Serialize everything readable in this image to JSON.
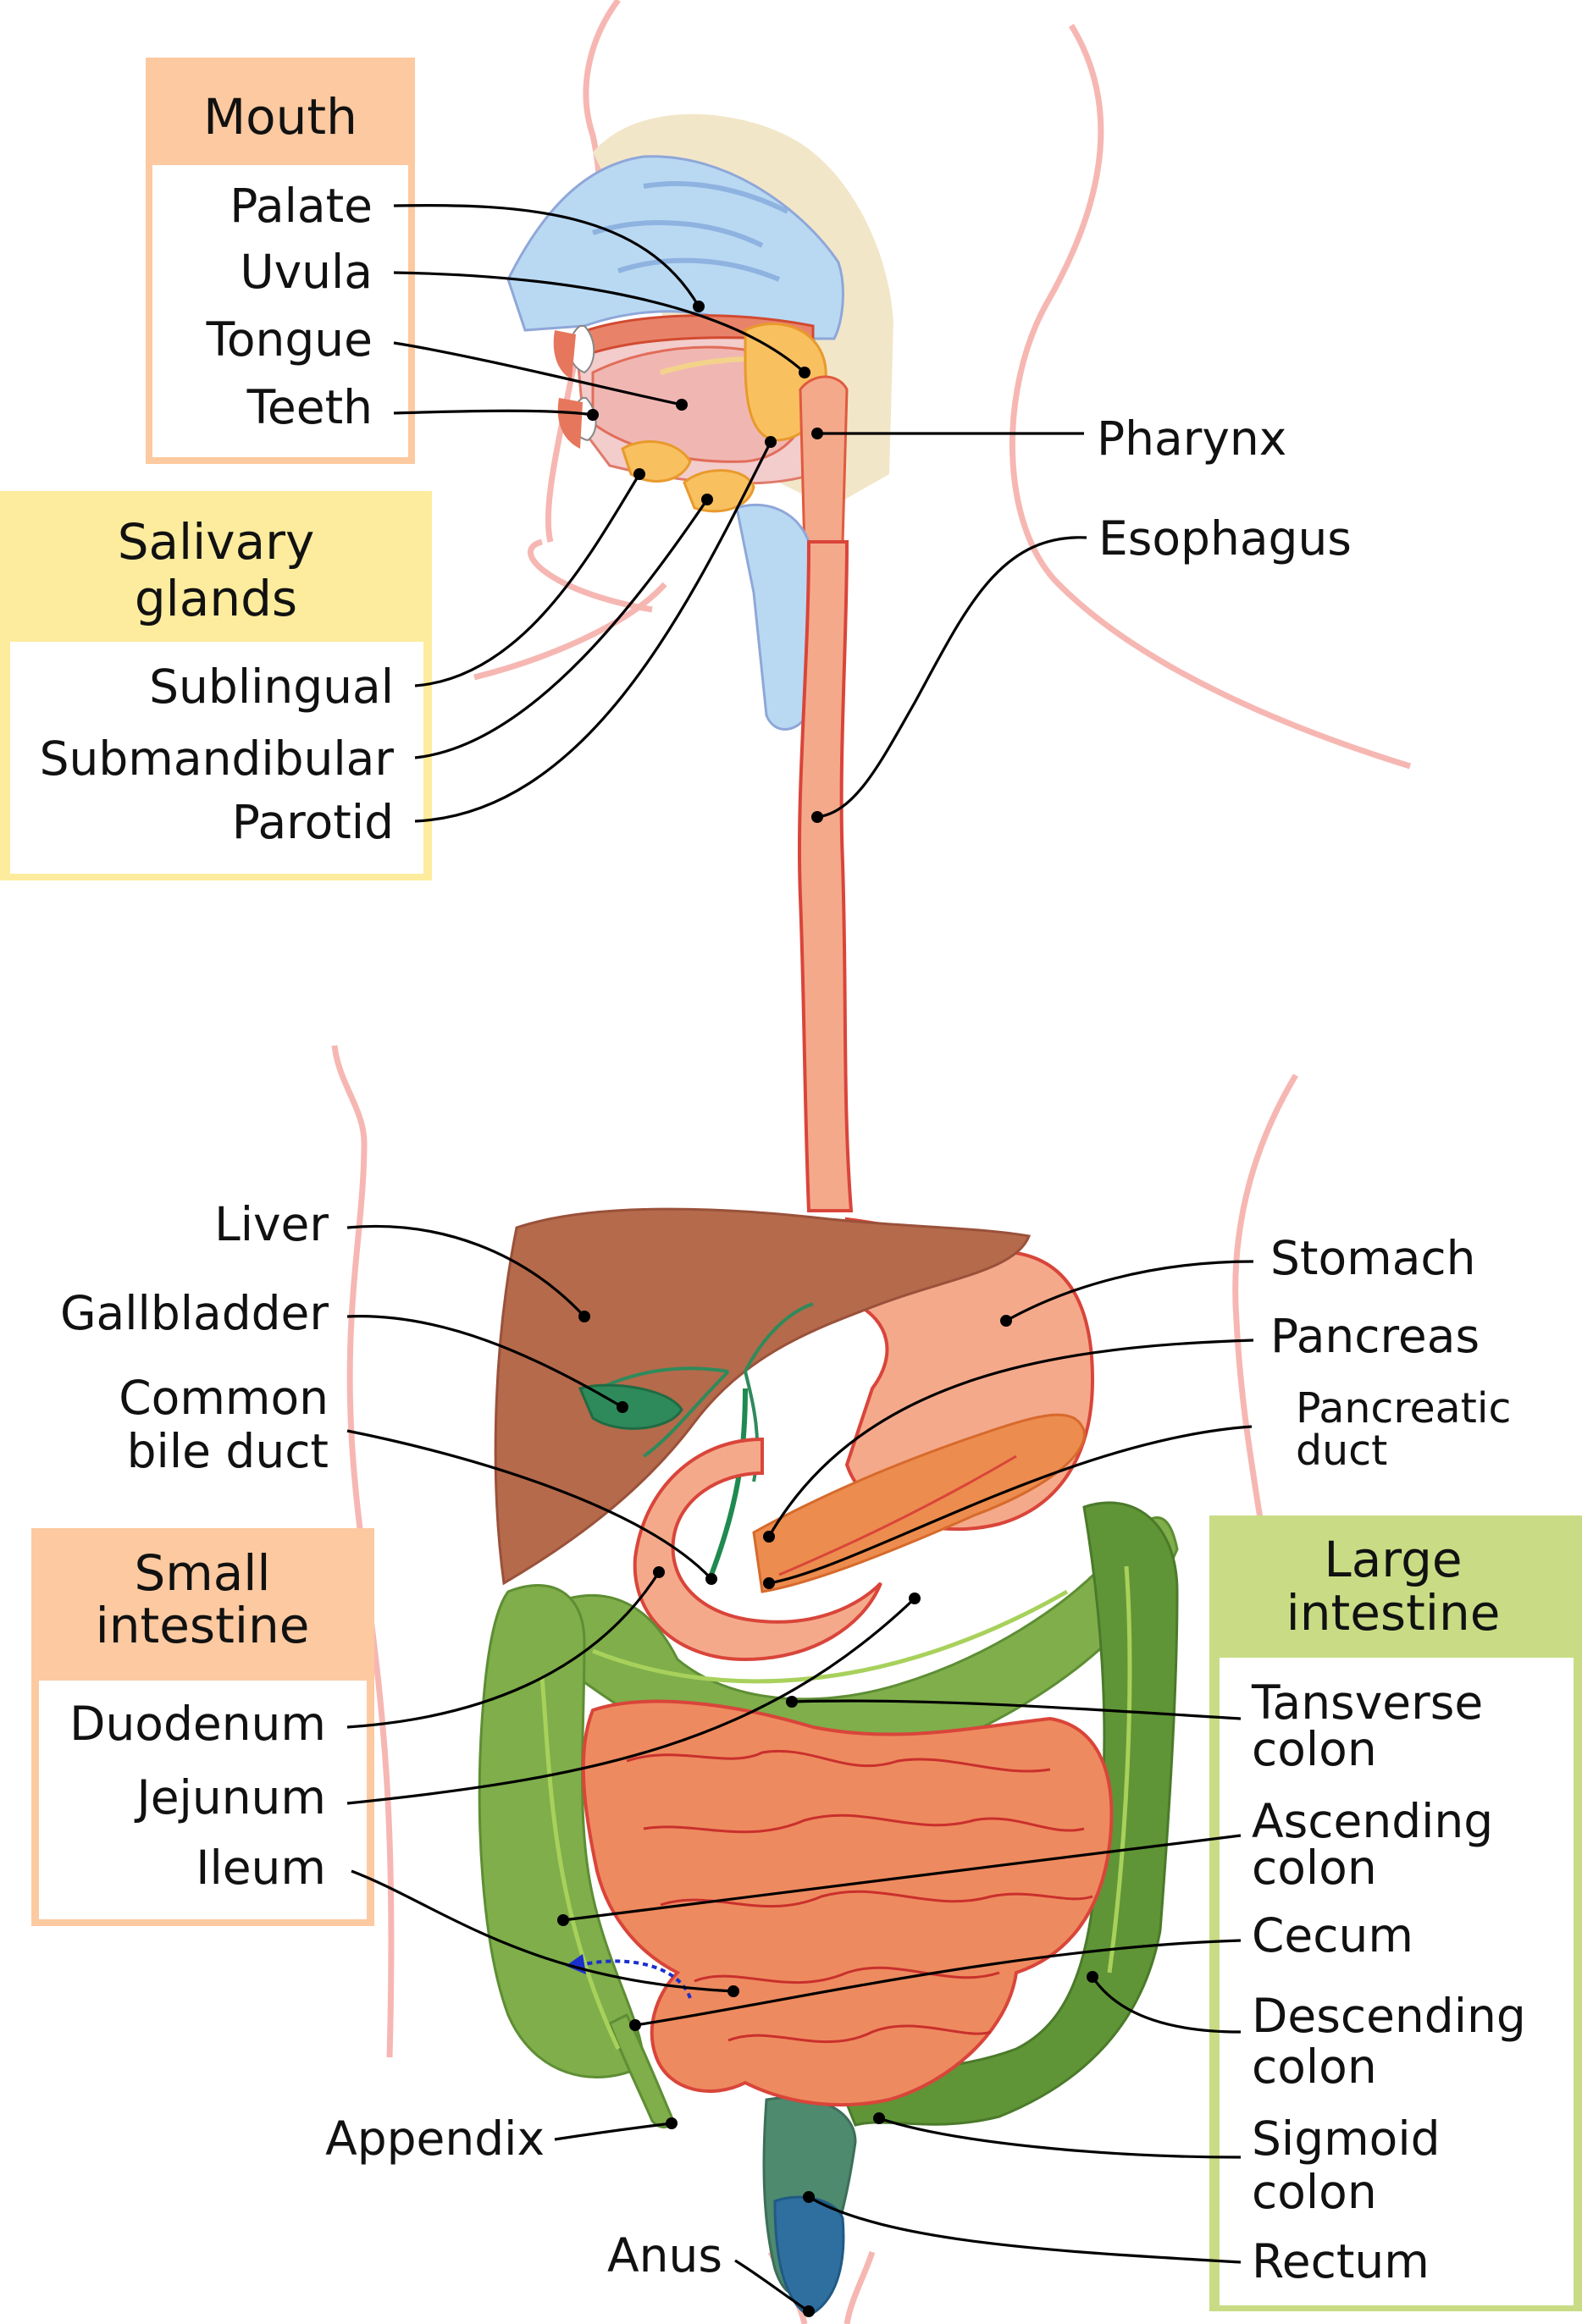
{
  "colors": {
    "mouth_box": "#fdc9a0",
    "salivary_box": "#fdec9d",
    "small_intestine_box": "#fdc9a0",
    "large_intestine_box": "#c9dc85",
    "body_outline": "#f6b7b3",
    "liver": "#b56a4b",
    "stomach": "#f5a98b",
    "pancreas": "#ec8c4e",
    "small_intestine": "#ee8a5f",
    "large_intestine": "#7fae4b",
    "esophagus": "#f4a98b",
    "nasal_cavity": "#b9d9f3",
    "gallbladder": "#2e8a5a"
  },
  "groups": {
    "mouth": {
      "title": "Mouth",
      "items": [
        "Palate",
        "Uvula",
        "Tongue",
        "Teeth"
      ]
    },
    "salivary": {
      "title": [
        "Salivary",
        "glands"
      ],
      "items": [
        "Sublingual",
        "Submandibular",
        "Parotid"
      ]
    },
    "small_intestine": {
      "title": [
        "Small",
        "intestine"
      ],
      "items": [
        "Duodenum",
        "Jejunum",
        "Ileum"
      ]
    },
    "large_intestine": {
      "title": [
        "Large",
        "intestine"
      ],
      "items": [
        [
          "Tansverse",
          "colon"
        ],
        [
          "Ascending",
          "colon"
        ],
        [
          "Cecum"
        ],
        [
          "Descending",
          "colon"
        ],
        [
          "Sigmoid",
          "colon"
        ],
        [
          "Rectum"
        ]
      ]
    }
  },
  "labels": {
    "pharynx": "Pharynx",
    "esophagus": "Esophagus",
    "liver": "Liver",
    "gallbladder": "Gallbladder",
    "common_bile_duct": [
      "Common",
      "bile duct"
    ],
    "stomach": "Stomach",
    "pancreas": "Pancreas",
    "pancreatic_duct": [
      "Pancreatic",
      "duct"
    ],
    "appendix": "Appendix",
    "anus": "Anus"
  }
}
